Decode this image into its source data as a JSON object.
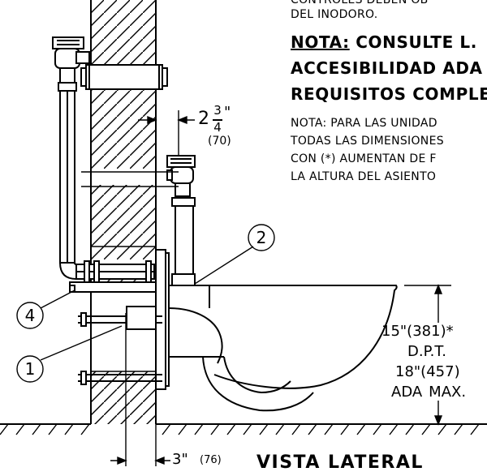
{
  "notes": {
    "top_line1": "CONTROLES DEBEN OB",
    "top_line2": "DEL INODORO.",
    "bold_prefix": "NOTA:",
    "bold_line1_rest": " CONSULTE L.",
    "bold_line2": "ACCESIBILIDAD ADA",
    "bold_line3": "REQUISITOS COMPLE",
    "small_line1": "NOTA: PARA LAS UNIDAD",
    "small_line2": "TODAS LAS DIMENSIONES",
    "small_line3": "CON (*) AUMENTAN DE F",
    "small_line4": "LA ALTURA DEL ASIENTO"
  },
  "dimensions": {
    "wall_offset_whole": "2",
    "wall_offset_num": "3",
    "wall_offset_den": "4",
    "wall_offset_unit": "\"",
    "wall_offset_mm": "(70)",
    "rim_height": "15\"(381)*",
    "rim_label": "D.P.T.",
    "ada_height": "18\"(457)",
    "ada_label_left": "ADA",
    "ada_label_right": "MAX.",
    "bottom_offset": "3\"",
    "bottom_offset_mm": "(76)"
  },
  "callouts": [
    "1",
    "2",
    "4"
  ],
  "title": "VISTA LATERAL"
}
